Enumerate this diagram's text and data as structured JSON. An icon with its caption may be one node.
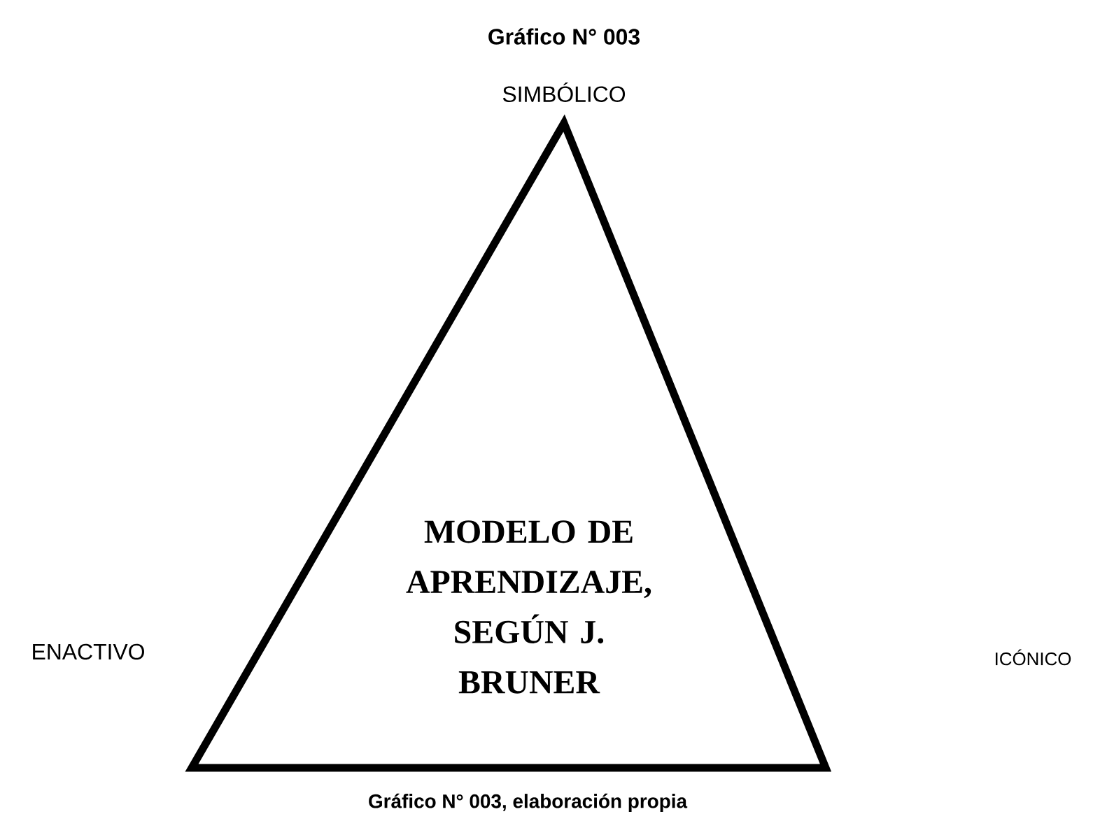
{
  "diagram": {
    "title": "Gráfico N° 003",
    "caption": "Gráfico N° 003, elaboración propia",
    "nodes": [
      {
        "text": [
          "MODELO DE APRENDIZAJE, SEGÚN J. BRUNER"
        ]
      }
    ],
    "labels": [
      "SIMBÓLICO",
      "ENACTIVO",
      "ICÓNICO"
    ]
  }
}
